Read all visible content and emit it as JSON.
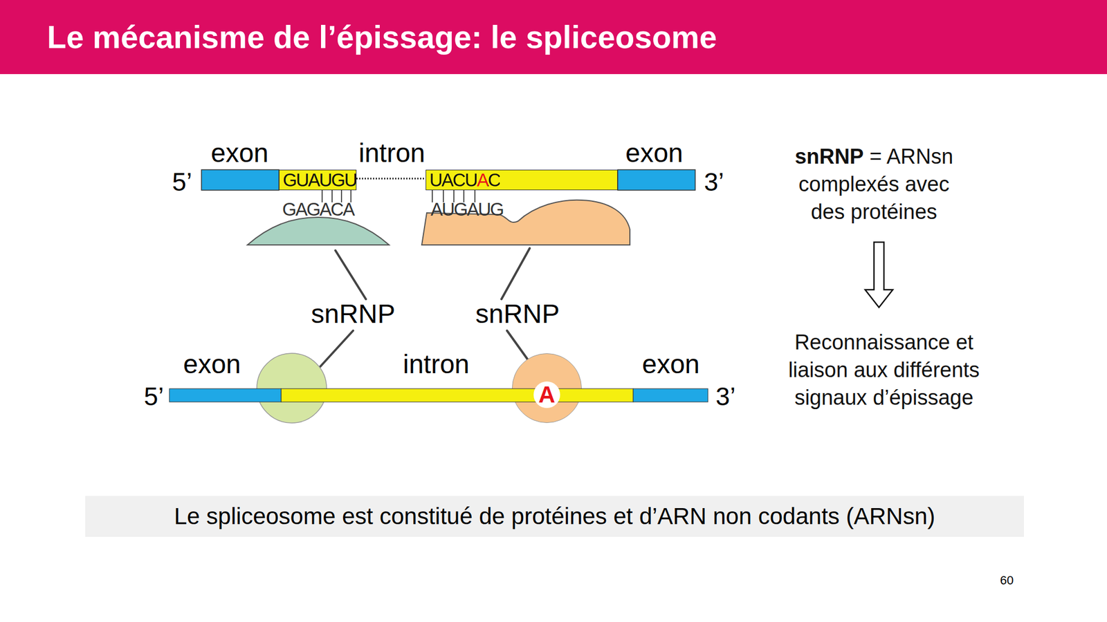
{
  "diagram": {
    "title": "Le mécanisme de l’épissage: le spliceosome",
    "caption": "Le spliceosome est constitué de protéines et d’ARN non codants (ARNsn)",
    "nodes": [
      {
        "text": [
          "GUAUGU"
        ]
      },
      {
        "text": [
          "UACUAC"
        ]
      },
      {
        "text": [
          "GAGACA"
        ]
      },
      {
        "text": [
          "AUGAUG"
        ]
      },
      {
        "text": [
          "A"
        ]
      },
      {
        "text": [
          "snRNP",
          "= ARNsn complexés avec des protéines"
        ]
      },
      {
        "text": [
          "Reconnaissance et liaison aux différents signaux d’épissage"
        ]
      }
    ],
    "edges": [
      {
        "from": 5,
        "to": 6,
        "arrow": "to"
      }
    ],
    "labels": [
      "exon",
      "intron",
      "exon",
      "5’",
      "3’",
      "snRNP",
      "snRNP",
      "exon",
      "intron",
      "exon",
      "5’",
      "3’",
      "60"
    ]
  }
}
